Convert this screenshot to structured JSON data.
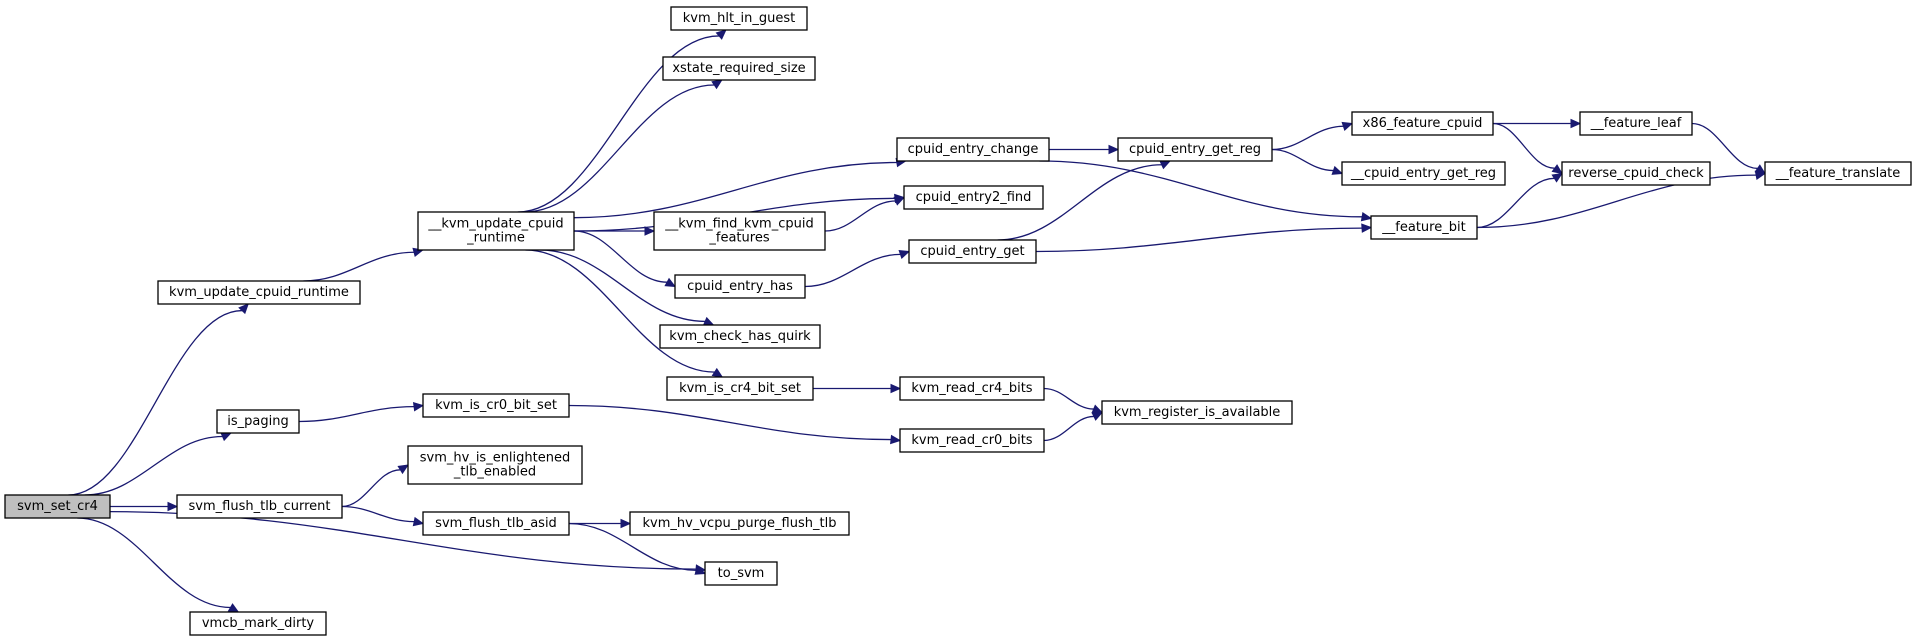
{
  "diagram": {
    "type": "call-graph",
    "colors": {
      "edge": "#191970",
      "node_fill": "#ffffff",
      "current_node_fill": "#bfbfbf",
      "node_border": "#000000"
    },
    "current_node": "svm_set_cr4",
    "nodes": [
      {
        "id": "svm_set_cr4",
        "lines": [
          "svm_set_cr4"
        ]
      },
      {
        "id": "kvm_update_cpuid_runtime",
        "lines": [
          "kvm_update_cpuid_runtime"
        ]
      },
      {
        "id": "is_paging",
        "lines": [
          "is_paging"
        ]
      },
      {
        "id": "svm_flush_tlb_current",
        "lines": [
          "svm_flush_tlb_current"
        ]
      },
      {
        "id": "vmcb_mark_dirty",
        "lines": [
          "vmcb_mark_dirty"
        ]
      },
      {
        "id": "to_svm",
        "lines": [
          "to_svm"
        ]
      },
      {
        "id": "__kvm_update_cpuid_runtime",
        "lines": [
          "__kvm_update_cpuid",
          "_runtime"
        ]
      },
      {
        "id": "kvm_hlt_in_guest",
        "lines": [
          "kvm_hlt_in_guest"
        ]
      },
      {
        "id": "xstate_required_size",
        "lines": [
          "xstate_required_size"
        ]
      },
      {
        "id": "cpuid_entry_change",
        "lines": [
          "cpuid_entry_change"
        ]
      },
      {
        "id": "cpuid_entry2_find",
        "lines": [
          "cpuid_entry2_find"
        ]
      },
      {
        "id": "__kvm_find_kvm_cpuid_features",
        "lines": [
          "__kvm_find_kvm_cpuid",
          "_features"
        ]
      },
      {
        "id": "cpuid_entry_has",
        "lines": [
          "cpuid_entry_has"
        ]
      },
      {
        "id": "kvm_check_has_quirk",
        "lines": [
          "kvm_check_has_quirk"
        ]
      },
      {
        "id": "kvm_is_cr4_bit_set",
        "lines": [
          "kvm_is_cr4_bit_set"
        ]
      },
      {
        "id": "kvm_is_cr0_bit_set",
        "lines": [
          "kvm_is_cr0_bit_set"
        ]
      },
      {
        "id": "svm_hv_is_enlightened_tlb_enabled",
        "lines": [
          "svm_hv_is_enlightened",
          "_tlb_enabled"
        ]
      },
      {
        "id": "svm_flush_tlb_asid",
        "lines": [
          "svm_flush_tlb_asid"
        ]
      },
      {
        "id": "kvm_hv_vcpu_purge_flush_tlb",
        "lines": [
          "kvm_hv_vcpu_purge_flush_tlb"
        ]
      },
      {
        "id": "cpuid_entry_get_reg",
        "lines": [
          "cpuid_entry_get_reg"
        ]
      },
      {
        "id": "cpuid_entry_get",
        "lines": [
          "cpuid_entry_get"
        ]
      },
      {
        "id": "kvm_read_cr4_bits",
        "lines": [
          "kvm_read_cr4_bits"
        ]
      },
      {
        "id": "kvm_read_cr0_bits",
        "lines": [
          "kvm_read_cr0_bits"
        ]
      },
      {
        "id": "x86_feature_cpuid",
        "lines": [
          "x86_feature_cpuid"
        ]
      },
      {
        "id": "__cpuid_entry_get_reg",
        "lines": [
          "__cpuid_entry_get_reg"
        ]
      },
      {
        "id": "__feature_bit",
        "lines": [
          "__feature_bit"
        ]
      },
      {
        "id": "kvm_register_is_available",
        "lines": [
          "kvm_register_is_available"
        ]
      },
      {
        "id": "__feature_leaf",
        "lines": [
          "__feature_leaf"
        ]
      },
      {
        "id": "reverse_cpuid_check",
        "lines": [
          "reverse_cpuid_check"
        ]
      },
      {
        "id": "__feature_translate",
        "lines": [
          "__feature_translate"
        ]
      }
    ],
    "edges": [
      {
        "from": "svm_set_cr4",
        "to": "kvm_update_cpuid_runtime"
      },
      {
        "from": "svm_set_cr4",
        "to": "is_paging"
      },
      {
        "from": "svm_set_cr4",
        "to": "svm_flush_tlb_current"
      },
      {
        "from": "svm_set_cr4",
        "to": "to_svm"
      },
      {
        "from": "svm_set_cr4",
        "to": "vmcb_mark_dirty"
      },
      {
        "from": "kvm_update_cpuid_runtime",
        "to": "__kvm_update_cpuid_runtime"
      },
      {
        "from": "__kvm_update_cpuid_runtime",
        "to": "kvm_hlt_in_guest"
      },
      {
        "from": "__kvm_update_cpuid_runtime",
        "to": "xstate_required_size"
      },
      {
        "from": "__kvm_update_cpuid_runtime",
        "to": "cpuid_entry_change"
      },
      {
        "from": "__kvm_update_cpuid_runtime",
        "to": "cpuid_entry2_find"
      },
      {
        "from": "__kvm_update_cpuid_runtime",
        "to": "__kvm_find_kvm_cpuid_features"
      },
      {
        "from": "__kvm_update_cpuid_runtime",
        "to": "cpuid_entry_has"
      },
      {
        "from": "__kvm_update_cpuid_runtime",
        "to": "kvm_check_has_quirk"
      },
      {
        "from": "__kvm_update_cpuid_runtime",
        "to": "kvm_is_cr4_bit_set"
      },
      {
        "from": "__kvm_find_kvm_cpuid_features",
        "to": "cpuid_entry2_find"
      },
      {
        "from": "cpuid_entry_change",
        "to": "cpuid_entry_get_reg"
      },
      {
        "from": "cpuid_entry_change",
        "to": "__feature_bit"
      },
      {
        "from": "cpuid_entry_has",
        "to": "cpuid_entry_get"
      },
      {
        "from": "cpuid_entry_get",
        "to": "cpuid_entry_get_reg"
      },
      {
        "from": "cpuid_entry_get",
        "to": "__feature_bit"
      },
      {
        "from": "cpuid_entry_get_reg",
        "to": "x86_feature_cpuid"
      },
      {
        "from": "cpuid_entry_get_reg",
        "to": "__cpuid_entry_get_reg"
      },
      {
        "from": "x86_feature_cpuid",
        "to": "__feature_leaf"
      },
      {
        "from": "x86_feature_cpuid",
        "to": "reverse_cpuid_check"
      },
      {
        "from": "__feature_leaf",
        "to": "__feature_translate"
      },
      {
        "from": "__feature_bit",
        "to": "reverse_cpuid_check"
      },
      {
        "from": "__feature_bit",
        "to": "__feature_translate"
      },
      {
        "from": "kvm_is_cr4_bit_set",
        "to": "kvm_read_cr4_bits"
      },
      {
        "from": "kvm_read_cr4_bits",
        "to": "kvm_register_is_available"
      },
      {
        "from": "is_paging",
        "to": "kvm_is_cr0_bit_set"
      },
      {
        "from": "kvm_is_cr0_bit_set",
        "to": "kvm_read_cr0_bits"
      },
      {
        "from": "kvm_read_cr0_bits",
        "to": "kvm_register_is_available"
      },
      {
        "from": "svm_flush_tlb_current",
        "to": "svm_hv_is_enlightened_tlb_enabled"
      },
      {
        "from": "svm_flush_tlb_current",
        "to": "svm_flush_tlb_asid"
      },
      {
        "from": "svm_flush_tlb_asid",
        "to": "kvm_hv_vcpu_purge_flush_tlb"
      },
      {
        "from": "svm_flush_tlb_asid",
        "to": "to_svm"
      }
    ]
  }
}
